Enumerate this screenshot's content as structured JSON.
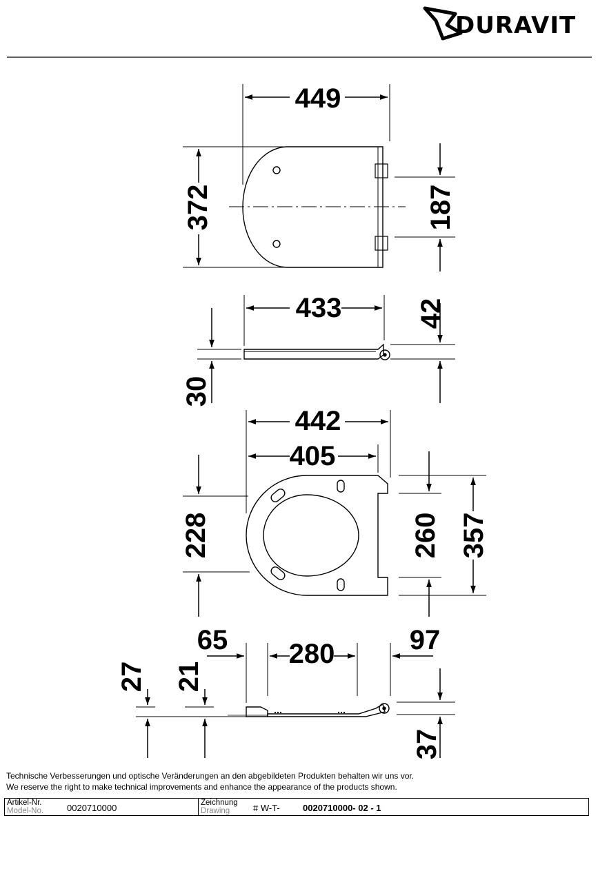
{
  "brand": {
    "name": "DURAVIT"
  },
  "dimensions": {
    "top_view": {
      "width": "449",
      "depth": "372",
      "hinge_spacing": "187"
    },
    "side_view_closed": {
      "length": "433",
      "height_hinge": "42",
      "thickness": "30"
    },
    "underside_view": {
      "overall_length": "442",
      "inner_length": "405",
      "front_to_hinge": "228",
      "hinge_block": "260",
      "overall_width": "357"
    },
    "side_view_detail": {
      "offset_front": "65",
      "buffer_spacing": "280",
      "offset_rear": "97",
      "height_a": "27",
      "height_b": "21",
      "height_c": "37"
    }
  },
  "disclaimer": {
    "de": "Technische Verbesserungen und optische Veränderungen an den abgebildeten Produkten behalten wir uns vor.",
    "en": "We reserve the right to make technical improvements and enhance the appearance of the products shown."
  },
  "title_block": {
    "article_label_de": "Artikel-Nr.",
    "article_label_en": "Model-No.",
    "article_number": "0020710000",
    "drawing_label_de": "Zeichnung",
    "drawing_label_en": "Drawing",
    "drawing_prefix": "# W-T-",
    "drawing_number": "0020710000- 02 - 1"
  }
}
